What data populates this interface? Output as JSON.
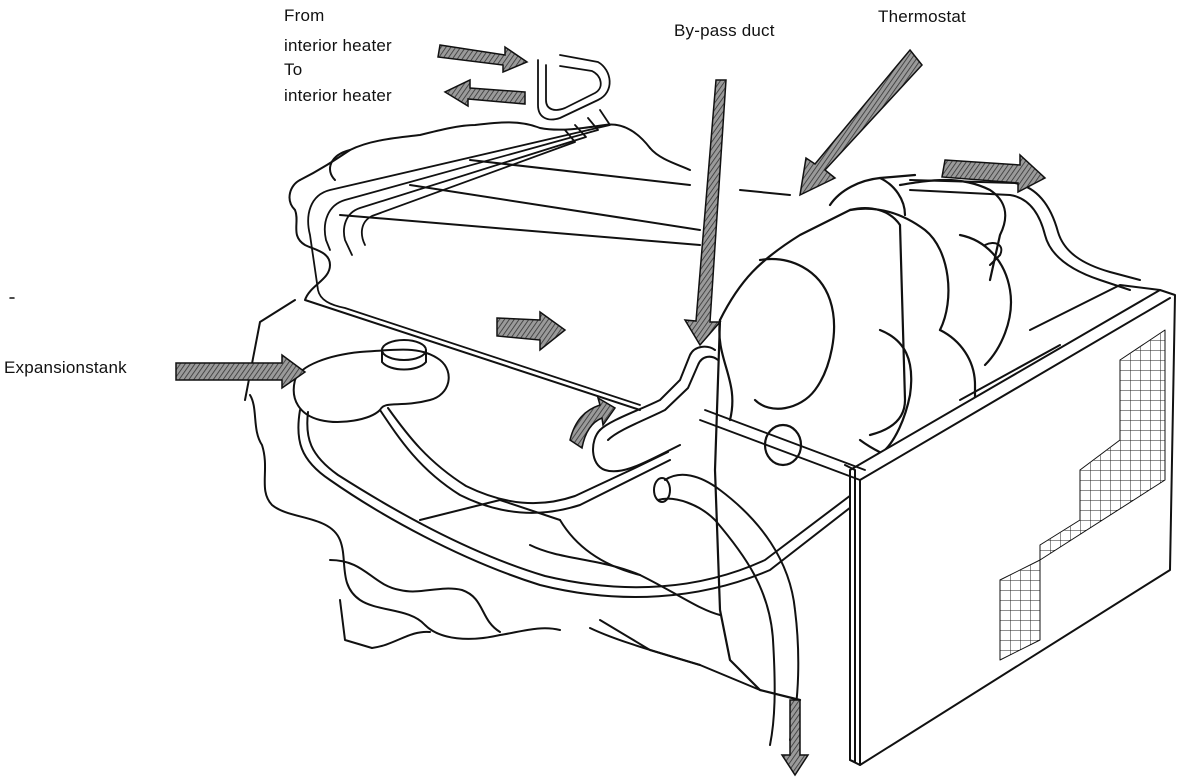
{
  "labels": {
    "from_heater_1": "From",
    "from_heater_2": "interior heater",
    "to_heater_1": "To",
    "to_heater_2": "interior heater",
    "bypass_duct": "By-pass duct",
    "thermostat": "Thermostat",
    "expansion_tank": "Expansionstank"
  },
  "colors": {
    "line": "#111111",
    "arrow_fill": "#555555",
    "background": "#ffffff"
  }
}
